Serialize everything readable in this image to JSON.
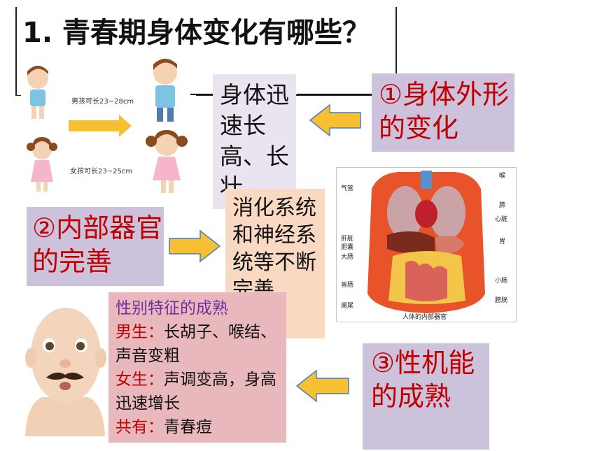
{
  "title": "1. 青春期身体变化有哪些？（P6）",
  "growth_illustration": {
    "boy_caption": "男孩可长23~28cm",
    "girl_caption": "女孩可长23~25cm"
  },
  "box_growth": "身体迅速长高、长壮",
  "box_external": "①身体外形的变化",
  "box_internal": "②内部器官的完善",
  "box_digest": "消化系统和神经系统等不断完善",
  "box_sex": {
    "heading": "性别特征的成熟",
    "male_label": "男生：",
    "male_text": "长胡子、喉结、声音变粗",
    "female_label": "女生：",
    "female_text": "声调变高，身高迅速增长",
    "common_label": "共有：",
    "common_text": "青春痘"
  },
  "box_function": "③性机能的成熟",
  "organ_diagram": {
    "caption": "人体的内部器官",
    "labels_left": [
      "气管",
      "肝脏",
      "胆囊",
      "大肠",
      "盲肠",
      "阑尾"
    ],
    "labels_right": [
      "喉",
      "肺",
      "心脏",
      "胃",
      "小肠",
      "膀胱"
    ]
  },
  "colors": {
    "accent_red": "#c00000",
    "purple": "#7030a0",
    "lavender_box": "#cdc2dc",
    "peach_box": "#fad9c2",
    "pink_box": "#e8b8bc",
    "arrow_fill": "#f7c033"
  }
}
